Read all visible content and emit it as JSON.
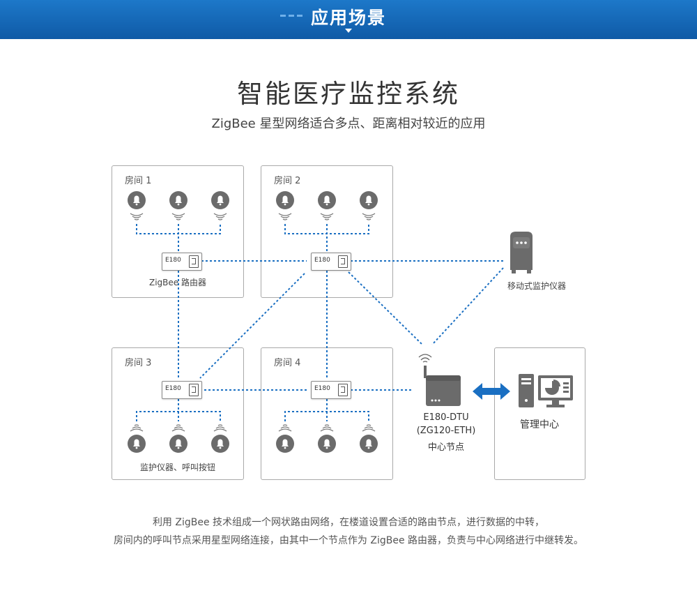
{
  "banner": {
    "title": "应用场景"
  },
  "header": {
    "title": "智能医疗监控系统",
    "subtitle": "ZigBee 星型网络适合多点、距离相对较近的应用"
  },
  "rooms": [
    {
      "label": "房间 1",
      "caption": "ZigBee 路由器"
    },
    {
      "label": "房间 2",
      "caption": ""
    },
    {
      "label": "房间 3",
      "caption": "监护仪器、呼叫按钮"
    },
    {
      "label": "房间 4",
      "caption": ""
    }
  ],
  "router_label": "E180",
  "mobile_monitor": {
    "label": "移动式监护仪器"
  },
  "dtu": {
    "line1": "E180-DTU",
    "line2": "(ZG120-ETH)",
    "line3": "中心节点"
  },
  "management": {
    "label": "管理中心"
  },
  "footer": {
    "line1": "利用 ZigBee 技术组成一个网状路由网络，在楼道设置合适的路由节点，进行数据的中转，",
    "line2": "房间内的呼叫节点采用星型网络连接，由其中一个节点作为 ZigBee 路由器，负责与中心网络进行中继转发。"
  },
  "colors": {
    "banner": "#1466b8",
    "link": "#1a6fc2",
    "bell": "#6b6b6b",
    "arrow": "#1a6fc2"
  },
  "icons": [
    "bell-icon",
    "wifi-wave-icon",
    "router-chip-icon",
    "monitor-device-icon",
    "gateway-icon",
    "computer-icon",
    "double-arrow-icon"
  ]
}
